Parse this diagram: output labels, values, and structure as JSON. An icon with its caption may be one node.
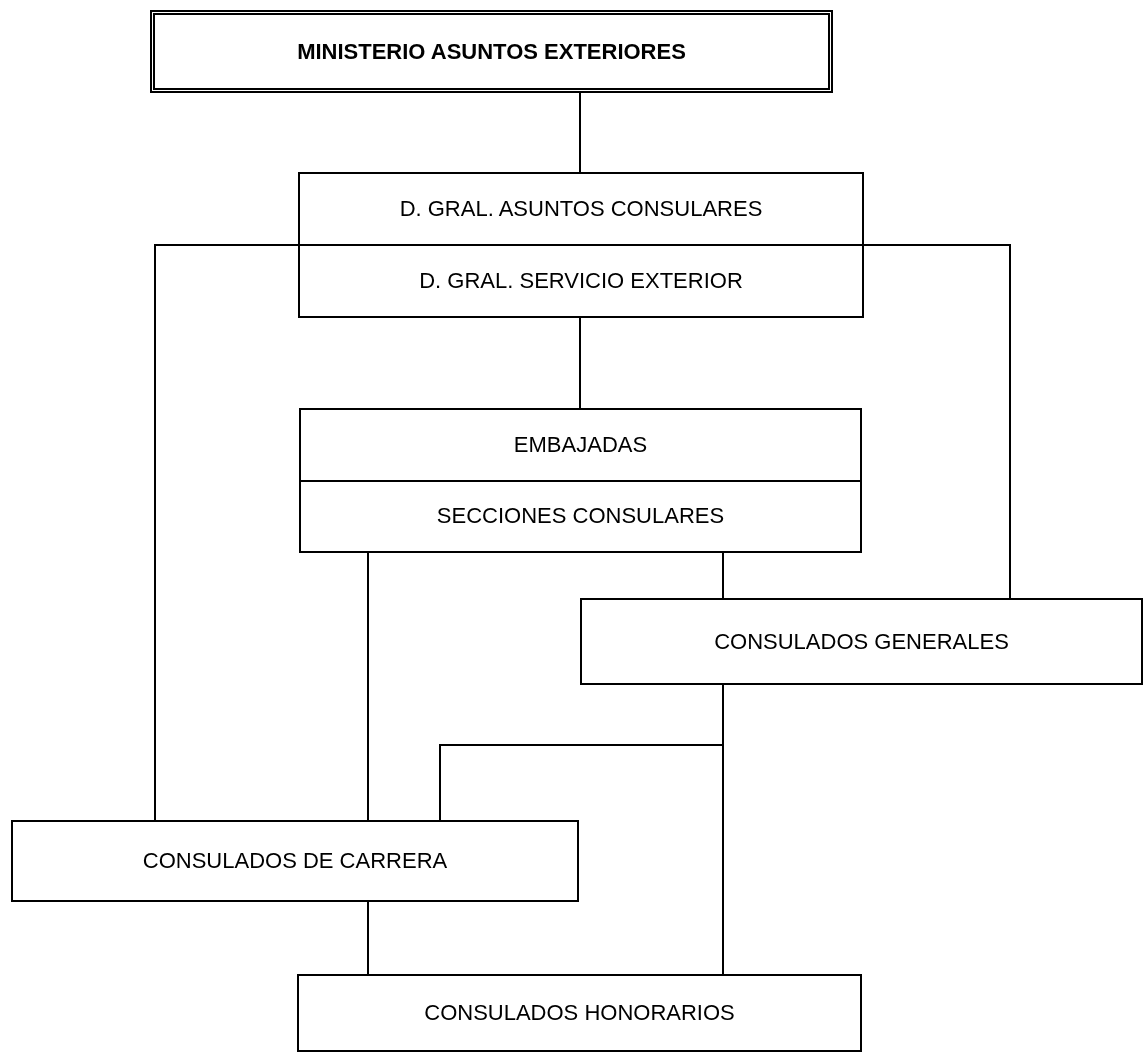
{
  "diagram": {
    "nodes": [
      {
        "text": [
          "MINISTERIO ASUNTOS EXTERIORES"
        ]
      },
      {
        "text": [
          "D. GRAL. ASUNTOS CONSULARES",
          "D. GRAL. SERVICIO EXTERIOR"
        ]
      },
      {
        "text": [
          "EMBAJADAS",
          "SECCIONES CONSULARES"
        ]
      },
      {
        "text": [
          "CONSULADOS GENERALES"
        ]
      },
      {
        "text": [
          "CONSULADOS DE CARRERA"
        ]
      },
      {
        "text": [
          "CONSULADOS HONORARIOS"
        ]
      }
    ],
    "edges": [
      {
        "from": 0,
        "to": 1,
        "arrow": "none"
      },
      {
        "from": 1,
        "to": 2,
        "arrow": "none"
      },
      {
        "from": 1,
        "to": 4,
        "arrow": "none"
      },
      {
        "from": 1,
        "to": 3,
        "arrow": "none"
      },
      {
        "from": 2,
        "to": 4,
        "arrow": "none"
      },
      {
        "from": 2,
        "to": 3,
        "arrow": "none"
      },
      {
        "from": 3,
        "to": 5,
        "arrow": "none"
      },
      {
        "from": 3,
        "to": 4,
        "arrow": "none"
      },
      {
        "from": 4,
        "to": 5,
        "arrow": "none"
      }
    ]
  }
}
